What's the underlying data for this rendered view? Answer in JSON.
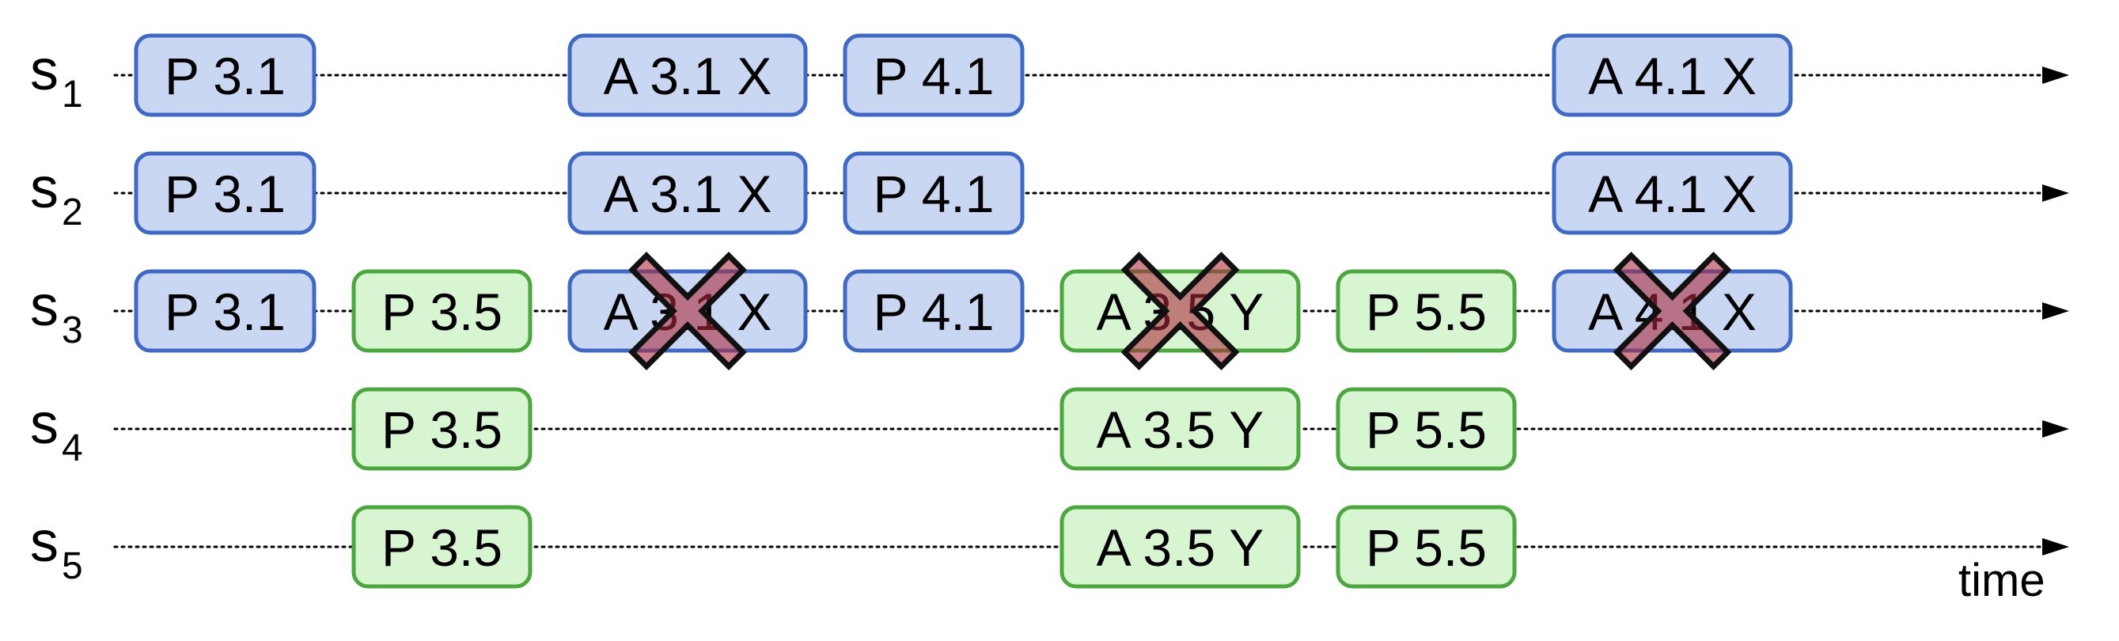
{
  "servers": [
    {
      "name": "s",
      "index": "1"
    },
    {
      "name": "s",
      "index": "2"
    },
    {
      "name": "s",
      "index": "3"
    },
    {
      "name": "s",
      "index": "4"
    },
    {
      "name": "s",
      "index": "5"
    }
  ],
  "messages": [
    {
      "row": 0,
      "slot": 0,
      "text": "P 3.1",
      "style": "blue",
      "crossed": false
    },
    {
      "row": 0,
      "slot": 2,
      "text": "A 3.1 X",
      "style": "blue",
      "crossed": false
    },
    {
      "row": 0,
      "slot": 3,
      "text": "P 4.1",
      "style": "blue",
      "crossed": false
    },
    {
      "row": 0,
      "slot": 6,
      "text": "A 4.1 X",
      "style": "blue",
      "crossed": false
    },
    {
      "row": 1,
      "slot": 0,
      "text": "P 3.1",
      "style": "blue",
      "crossed": false
    },
    {
      "row": 1,
      "slot": 2,
      "text": "A 3.1 X",
      "style": "blue",
      "crossed": false
    },
    {
      "row": 1,
      "slot": 3,
      "text": "P 4.1",
      "style": "blue",
      "crossed": false
    },
    {
      "row": 1,
      "slot": 6,
      "text": "A 4.1 X",
      "style": "blue",
      "crossed": false
    },
    {
      "row": 2,
      "slot": 0,
      "text": "P 3.1",
      "style": "blue",
      "crossed": false
    },
    {
      "row": 2,
      "slot": 1,
      "text": "P 3.5",
      "style": "green",
      "crossed": false
    },
    {
      "row": 2,
      "slot": 2,
      "text": "A 3.1 X",
      "style": "blue",
      "crossed": true
    },
    {
      "row": 2,
      "slot": 3,
      "text": "P 4.1",
      "style": "blue",
      "crossed": false
    },
    {
      "row": 2,
      "slot": 4,
      "text": "A 3.5 Y",
      "style": "green",
      "crossed": true
    },
    {
      "row": 2,
      "slot": 5,
      "text": "P 5.5",
      "style": "green",
      "crossed": false
    },
    {
      "row": 2,
      "slot": 6,
      "text": "A 4.1 X",
      "style": "blue",
      "crossed": true
    },
    {
      "row": 3,
      "slot": 1,
      "text": "P 3.5",
      "style": "green",
      "crossed": false
    },
    {
      "row": 3,
      "slot": 4,
      "text": "A 3.5 Y",
      "style": "green",
      "crossed": false
    },
    {
      "row": 3,
      "slot": 5,
      "text": "P 5.5",
      "style": "green",
      "crossed": false
    },
    {
      "row": 4,
      "slot": 1,
      "text": "P 3.5",
      "style": "green",
      "crossed": false
    },
    {
      "row": 4,
      "slot": 4,
      "text": "A 3.5 Y",
      "style": "green",
      "crossed": false
    },
    {
      "row": 4,
      "slot": 5,
      "text": "P 5.5",
      "style": "green",
      "crossed": false
    }
  ],
  "axis": {
    "label": "time"
  },
  "colors": {
    "blue_fill": "#c9d7f2",
    "blue_border": "#3f69c8",
    "green_fill": "#d8f5d2",
    "green_border": "#4aa83d",
    "cross_fill": "#aa2a3a"
  },
  "icons": {
    "crossed_message": "x-mark-icon",
    "timeline_end": "arrowhead-icon"
  }
}
